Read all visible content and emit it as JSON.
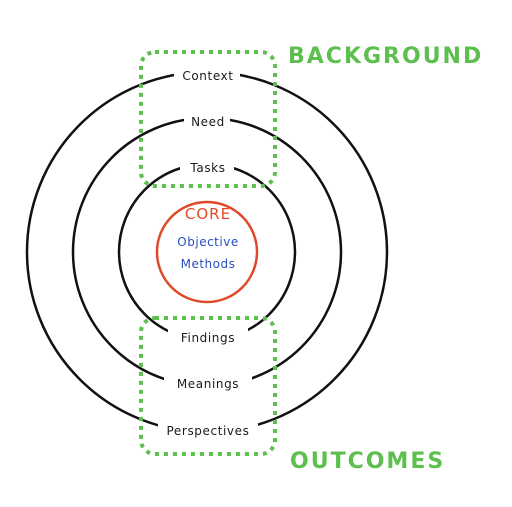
{
  "groups": {
    "background": "BACKGROUND",
    "outcomes": "OUTCOMES"
  },
  "rings": {
    "outer_top": "Context",
    "middle_top": "Need",
    "inner_top": "Tasks",
    "inner_bottom": "Findings",
    "middle_bottom": "Meanings",
    "outer_bottom": "Perspectives"
  },
  "core": {
    "title": "CORE",
    "line1": "Objective",
    "line2": "Methods"
  },
  "colors": {
    "ring": "#111111",
    "core": "#e04a2a",
    "core_text": "#2a4fc0",
    "group": "#5cbf4e"
  }
}
